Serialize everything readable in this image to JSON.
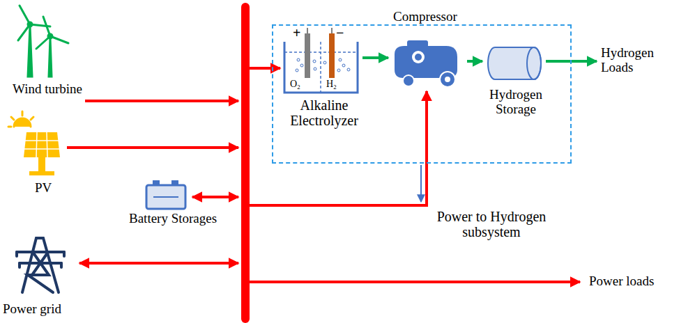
{
  "diagram": {
    "nodes": [
      {
        "text": [
          "Wind turbine"
        ]
      },
      {
        "text": [
          "PV"
        ]
      },
      {
        "text": [
          "Battery Storages"
        ]
      },
      {
        "text": [
          "Power grid"
        ]
      },
      {
        "text": [
          "Power to Hydrogen subsystem"
        ]
      },
      {
        "text": [
          "Alkaline Electrolyzer"
        ],
        "in": 4
      },
      {
        "text": [
          "Compressor"
        ],
        "in": 4
      },
      {
        "text": [
          "Hydrogen Storage"
        ],
        "in": 4
      },
      {
        "text": [
          "Hydrogen Loads"
        ]
      },
      {
        "text": [
          "Power loads"
        ]
      }
    ],
    "edges": [
      {
        "from": 5,
        "to": 6,
        "arrow": "to"
      },
      {
        "from": 6,
        "to": 7,
        "arrow": "to"
      },
      {
        "from": 7,
        "to": 8,
        "arrow": "to"
      }
    ],
    "labels": [
      "+",
      "−",
      "O₂",
      "H₂"
    ]
  }
}
